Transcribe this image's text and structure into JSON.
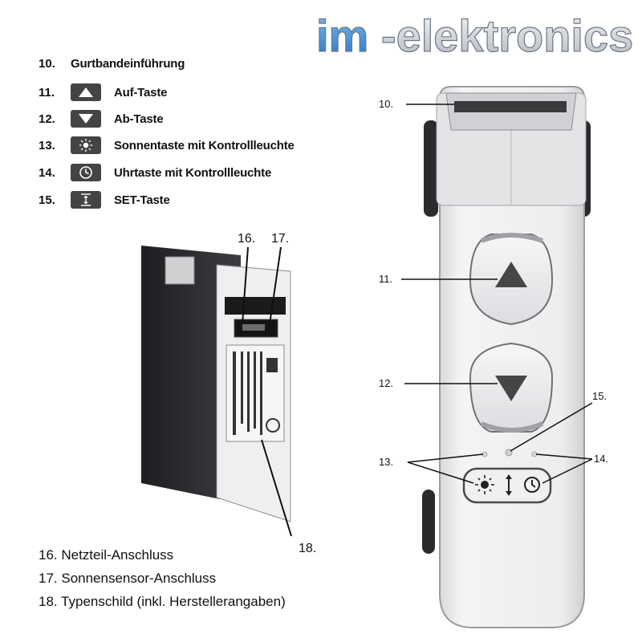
{
  "brand": {
    "logo_text": "im-elektronics",
    "logo_colors": {
      "im": "#3b8fd6",
      "rest": "#c9ced6"
    }
  },
  "legend": [
    {
      "num": "10.",
      "icon": "none",
      "label": "Gurtbandeinführung"
    },
    {
      "num": "11.",
      "icon": "up-triangle-icon",
      "label": "Auf-Taste"
    },
    {
      "num": "12.",
      "icon": "down-triangle-icon",
      "label": "Ab-Taste"
    },
    {
      "num": "13.",
      "icon": "sun-icon",
      "label": "Sonnentaste mit Kontrollleuchte"
    },
    {
      "num": "14.",
      "icon": "clock-icon",
      "label": "Uhrtaste mit Kontrollleuchte"
    },
    {
      "num": "15.",
      "icon": "set-icon",
      "label": "SET-Taste"
    }
  ],
  "callouts": {
    "c10": "10.",
    "c11": "11.",
    "c12": "12.",
    "c13": "13.",
    "c14": "14.",
    "c15": "15.",
    "c16": "16.",
    "c17": "17.",
    "c18": "18."
  },
  "bottom_legend": [
    "16. Netzteil-Anschluss",
    "17. Sonnensensor-Anschluss",
    "18. Typenschild (inkl. Herstellerangaben)"
  ],
  "colors": {
    "device_body": "#e9eaec",
    "device_edge": "#9a9ca0",
    "dark_side": "#2a2b2d",
    "icon_bg": "#444444"
  }
}
